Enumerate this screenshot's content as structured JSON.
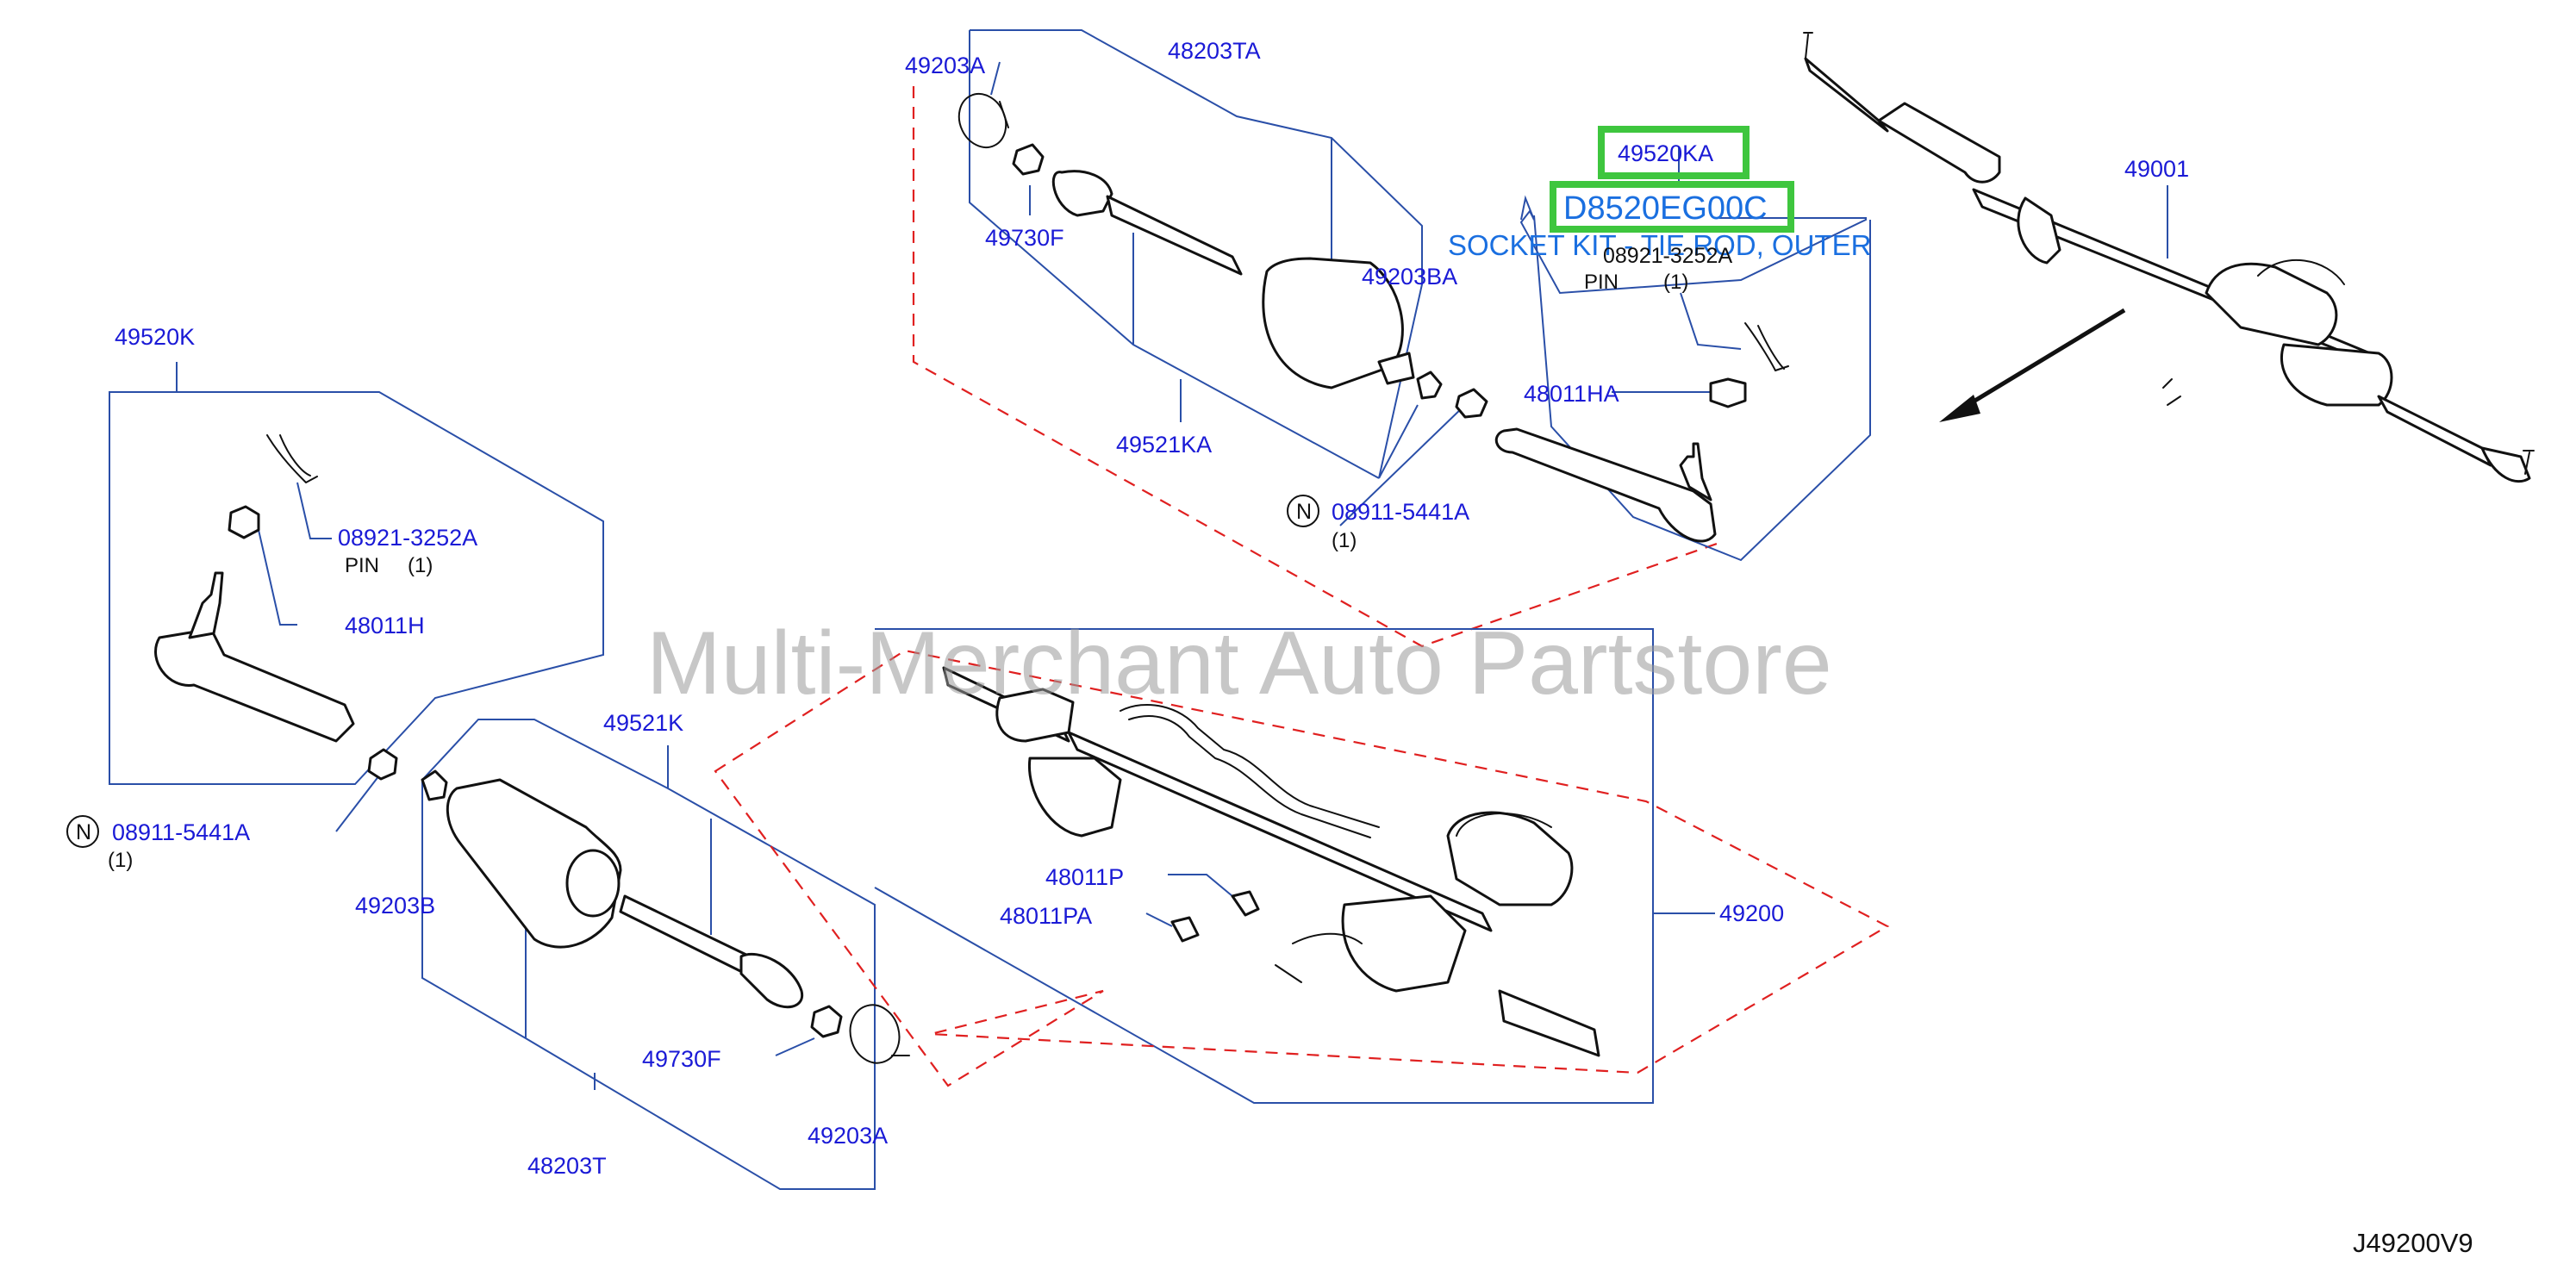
{
  "watermark": "Multi-Merchant Auto Partstore",
  "diagram_code": "J49200V9",
  "highlight": {
    "part_number": "49520KA",
    "oem_number": "D8520EG00C",
    "description": "SOCKET KIT - TIE ROD, OUTER"
  },
  "labels": {
    "p49203A_top": "49203A",
    "p48203TA": "48203TA",
    "p49730F_top": "49730F",
    "p49203BA": "49203BA",
    "p49521KA": "49521KA",
    "p08921_top": "08921-3252A",
    "pin_top": "PIN",
    "pin_top_qty": "(1)",
    "p48011HA": "48011HA",
    "n_top": "N",
    "p08911_top": "08911-5441A",
    "p08911_top_qty": "(1)",
    "p49001": "49001",
    "p49520K": "49520K",
    "p08921_left": "08921-3252A",
    "pin_left": "PIN",
    "pin_left_qty": "(1)",
    "p48011H": "48011H",
    "n_left": "N",
    "p08911_left": "08911-5441A",
    "p08911_left_qty": "(1)",
    "p49521K": "49521K",
    "p49203B": "49203B",
    "p48011P": "48011P",
    "p48011PA": "48011PA",
    "p49200": "49200",
    "p49730F_bottom": "49730F",
    "p49203A_bottom": "49203A",
    "p48203T": "48203T"
  },
  "colors": {
    "label": "#1a1ad6",
    "leader": "#2a4fa8",
    "dashed_outline": "#e02020",
    "highlight_box": "#3ec63e",
    "highlight_text": "#1a6fe0"
  }
}
